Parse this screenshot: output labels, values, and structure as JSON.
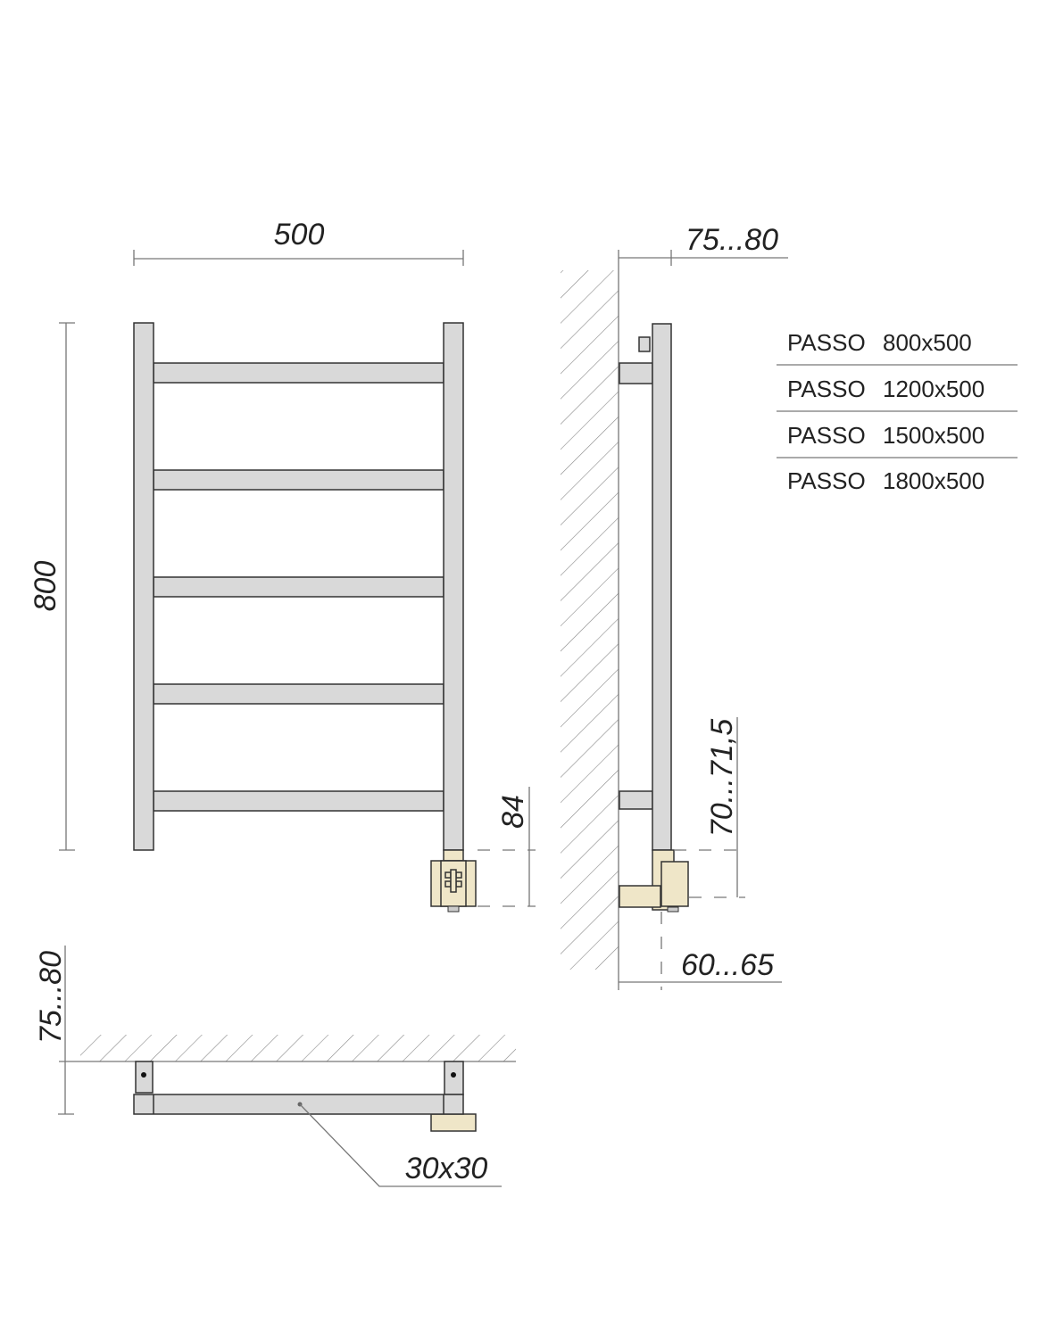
{
  "dimensions": {
    "width": "500",
    "height": "800",
    "valve_offset": "84",
    "wall_distance": "75...80",
    "valve_height": "70...71,5",
    "valve_depth": "60...65",
    "top_wall_distance": "75...80",
    "profile": "30x30"
  },
  "models": [
    {
      "name": "PASSO",
      "size": "800x500"
    },
    {
      "name": "PASSO",
      "size": "1200x500"
    },
    {
      "name": "PASSO",
      "size": "1500x500"
    },
    {
      "name": "PASSO",
      "size": "1800x500"
    }
  ],
  "colors": {
    "metal": "#d9d9d9",
    "valve": "#efe6c8"
  }
}
